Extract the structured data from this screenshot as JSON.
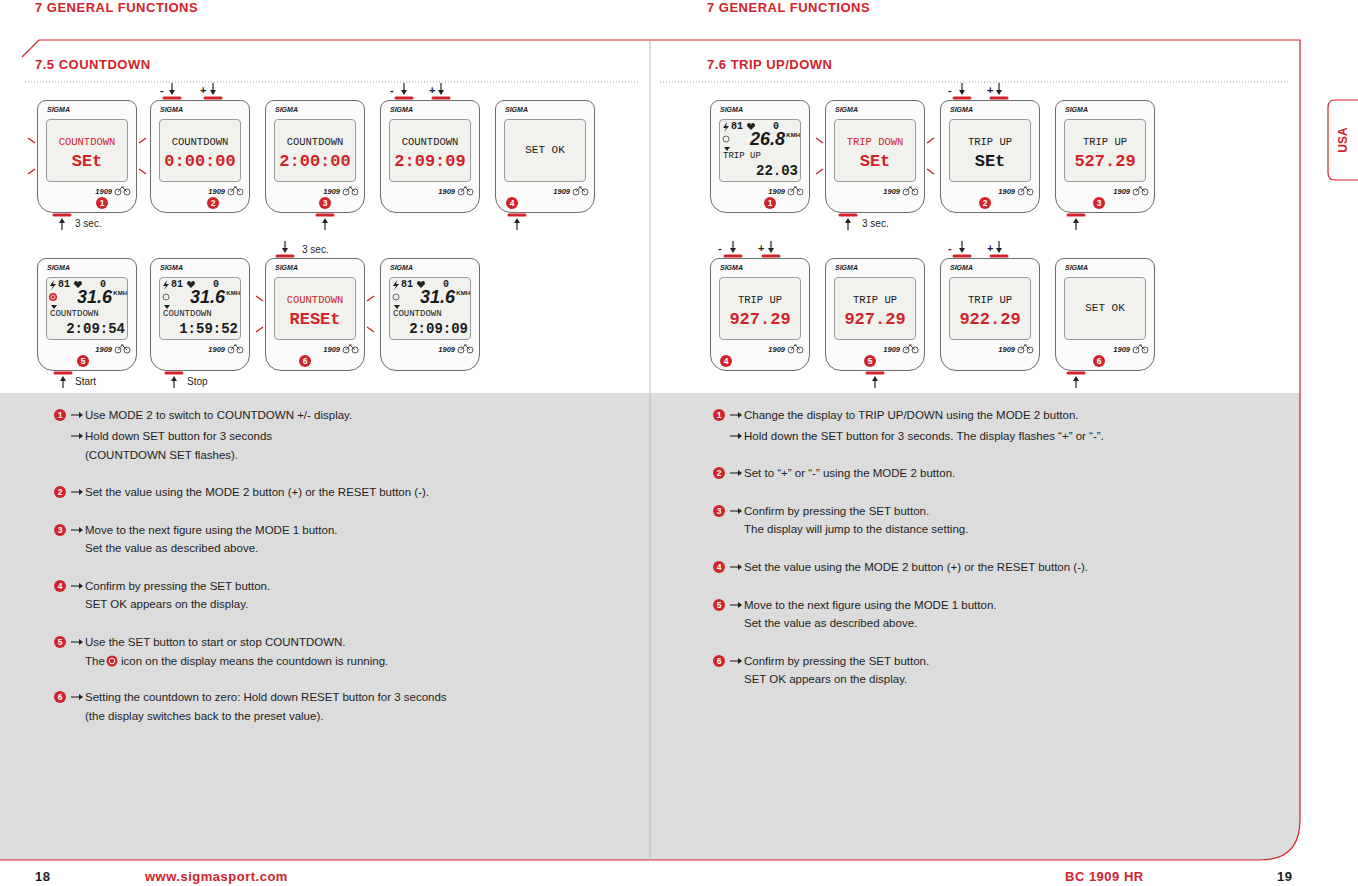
{
  "diagram": {
    "nodes": [
      {
        "text": [
          "SIGMA",
          "COUNTDOWN",
          "SEt",
          "1909"
        ]
      },
      {
        "text": [
          "SIGMA",
          "COUNTDOWN",
          "0:00:00",
          "1909"
        ]
      },
      {
        "text": [
          "SIGMA",
          "COUNTDOWN",
          "2:00:00",
          "1909"
        ]
      },
      {
        "text": [
          "SIGMA",
          "COUNTDOWN",
          "2:09:09",
          "1909"
        ]
      },
      {
        "text": [
          "SIGMA",
          "SET OK",
          "1909"
        ]
      },
      {
        "text": [
          "SIGMA",
          "81",
          "0",
          "31.6",
          "KMH",
          "COUNTDOWN",
          "2:09:54",
          "1909"
        ]
      },
      {
        "text": [
          "SIGMA",
          "81",
          "0",
          "31.6",
          "KMH",
          "COUNTDOWN",
          "1:59:52",
          "1909"
        ]
      },
      {
        "text": [
          "SIGMA",
          "COUNTDOWN",
          "RESEt",
          "1909"
        ]
      },
      {
        "text": [
          "SIGMA",
          "81",
          "0",
          "31.6",
          "KMH",
          "COUNTDOWN",
          "2:09:09",
          "1909"
        ]
      },
      {
        "text": [
          "SIGMA",
          "81",
          "0",
          "26.8",
          "KMH",
          "TRIP UP",
          "22.03",
          "1909"
        ]
      },
      {
        "text": [
          "SIGMA",
          "TRIP DOWN",
          "SEt",
          "1909"
        ]
      },
      {
        "text": [
          "SIGMA",
          "TRIP UP",
          "SEt",
          "1909"
        ]
      },
      {
        "text": [
          "SIGMA",
          "TRIP UP",
          "527.29",
          "1909"
        ]
      },
      {
        "text": [
          "SIGMA",
          "TRIP UP",
          "927.29",
          "1909"
        ]
      },
      {
        "text": [
          "SIGMA",
          "TRIP UP",
          "927.29",
          "1909"
        ]
      },
      {
        "text": [
          "SIGMA",
          "TRIP UP",
          "922.29",
          "1909"
        ]
      },
      {
        "text": [
          "SIGMA",
          "SET OK",
          "1909"
        ]
      }
    ],
    "labels": [
      "7 GENERAL FUNCTIONS",
      "7 GENERAL FUNCTIONS",
      "7.5 COUNTDOWN",
      "7.6 TRIP UP/DOWN",
      "USA",
      "18",
      "www.sigmasport.com",
      "BC 1909 HR",
      "19",
      "1",
      "3 sec.",
      "-",
      "+",
      "2",
      "3",
      "-",
      "+",
      "4",
      "5",
      "Start",
      "Stop",
      "3 sec.",
      "6",
      "1",
      "3 sec.",
      "-",
      "+",
      "2",
      "3",
      "-",
      "+",
      "4",
      "5",
      "-",
      "+",
      "6",
      "1",
      "Use MODE 2 to switch to COUNTDOWN +/- display.",
      "Hold down SET button for 3 seconds",
      "(COUNTDOWN SET flashes).",
      "2",
      "Set the value using the MODE 2 button (+) or the RESET button (-).",
      "3",
      "Move to the next figure using the MODE 1 button.",
      "Set the value as described above.",
      "4",
      "Confirm by pressing the SET button.",
      "SET OK appears on the display.",
      "5",
      "Use the SET button to start or stop COUNTDOWN.",
      "The",
      "icon on the display means the countdown is running.",
      "6",
      "Setting the countdown to zero: Hold down RESET button for 3 seconds",
      "(the display switches back to the preset value).",
      "1",
      "Change the display to TRIP UP/DOWN using the MODE 2 button.",
      "Hold down the SET button for 3 seconds. The display flashes “+” or “-”.",
      "2",
      "Set to “+” or “-” using the MODE 2 button.",
      "3",
      "Confirm by pressing the SET button.",
      "The display will jump to the distance setting.",
      "4",
      "Set the value using the MODE 2 button (+) or the RESET button (-).",
      "5",
      "Move to the next figure using the MODE 1 button.",
      "Set the value as described above.",
      "6",
      "Confirm by pressing the SET button.",
      "SET OK appears on the display."
    ]
  }
}
